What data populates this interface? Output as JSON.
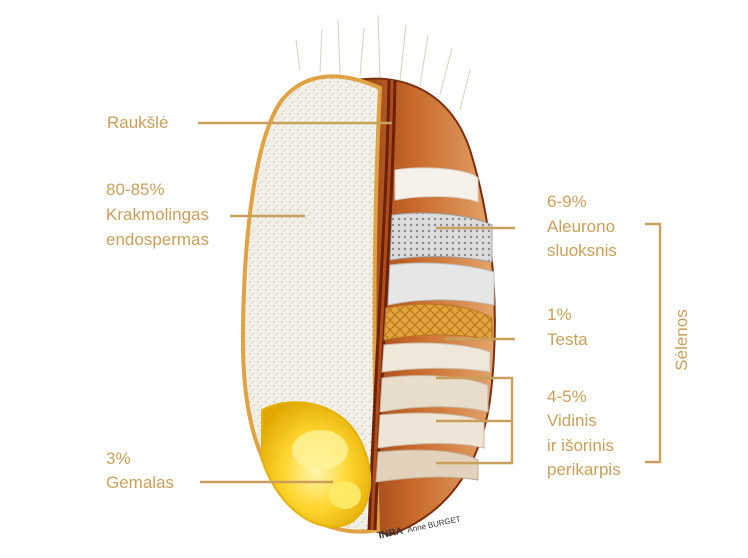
{
  "labels": {
    "crease": "Raukšlė",
    "endosperm_pct": "80-85%",
    "endosperm_l1": "Krakmolingas",
    "endosperm_l2": "endospermas",
    "germ_pct": "3%",
    "germ": "Gemalas",
    "aleurone_pct": "6-9%",
    "aleurone_l1": "Aleurono",
    "aleurone_l2": "sluoksnis",
    "testa_pct": "1%",
    "testa": "Testa",
    "pericarp_pct": "4-5%",
    "pericarp_l1": "Vidinis",
    "pericarp_l2": "ir išorinis",
    "pericarp_l3": "perikarpis",
    "bran": "Sėlenos"
  },
  "credit": {
    "logo": "INRA",
    "author": "Anne BURGET"
  },
  "colors": {
    "label": "#c9a05b",
    "endosperm": "#f1eee6",
    "bran_brown": "#b8561e",
    "germ_yellow": "#f6c500",
    "testa_orange": "#e3a23a"
  }
}
